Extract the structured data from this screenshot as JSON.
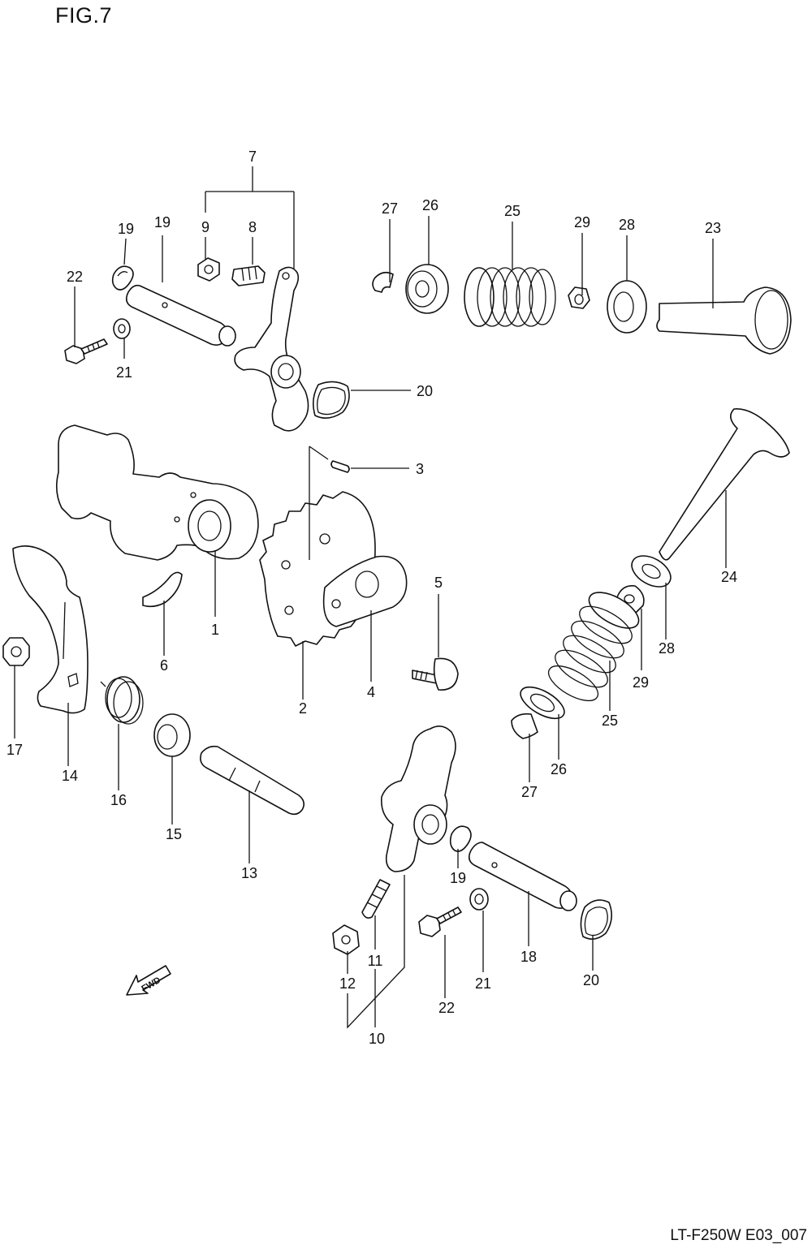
{
  "figure": {
    "title": "FIG.7",
    "code": "LT-F250W E03_007"
  },
  "fwd_label": "FWD",
  "callouts": [
    {
      "id": "c7",
      "label": "7"
    },
    {
      "id": "c9",
      "label": "9"
    },
    {
      "id": "c8",
      "label": "8"
    },
    {
      "id": "c19a",
      "label": "19"
    },
    {
      "id": "c19b",
      "label": "19"
    },
    {
      "id": "c22a",
      "label": "22"
    },
    {
      "id": "c21a",
      "label": "21"
    },
    {
      "id": "c27a",
      "label": "27"
    },
    {
      "id": "c26a",
      "label": "26"
    },
    {
      "id": "c25a",
      "label": "25"
    },
    {
      "id": "c29a",
      "label": "29"
    },
    {
      "id": "c28a",
      "label": "28"
    },
    {
      "id": "c23",
      "label": "23"
    },
    {
      "id": "c20a",
      "label": "20"
    },
    {
      "id": "c3",
      "label": "3"
    },
    {
      "id": "c24",
      "label": "24"
    },
    {
      "id": "c5",
      "label": "5"
    },
    {
      "id": "c1",
      "label": "1"
    },
    {
      "id": "c6",
      "label": "6"
    },
    {
      "id": "c4",
      "label": "4"
    },
    {
      "id": "c28b",
      "label": "28"
    },
    {
      "id": "c2",
      "label": "2"
    },
    {
      "id": "c29b",
      "label": "29"
    },
    {
      "id": "c17",
      "label": "17"
    },
    {
      "id": "c25b",
      "label": "25"
    },
    {
      "id": "c26b",
      "label": "26"
    },
    {
      "id": "c14",
      "label": "14"
    },
    {
      "id": "c27b",
      "label": "27"
    },
    {
      "id": "c16",
      "label": "16"
    },
    {
      "id": "c15",
      "label": "15"
    },
    {
      "id": "c13",
      "label": "13"
    },
    {
      "id": "c19c",
      "label": "19"
    },
    {
      "id": "c18",
      "label": "18"
    },
    {
      "id": "c11",
      "label": "11"
    },
    {
      "id": "c21b",
      "label": "21"
    },
    {
      "id": "c20b",
      "label": "20"
    },
    {
      "id": "c12",
      "label": "12"
    },
    {
      "id": "c22b",
      "label": "22"
    },
    {
      "id": "c10",
      "label": "10"
    }
  ]
}
